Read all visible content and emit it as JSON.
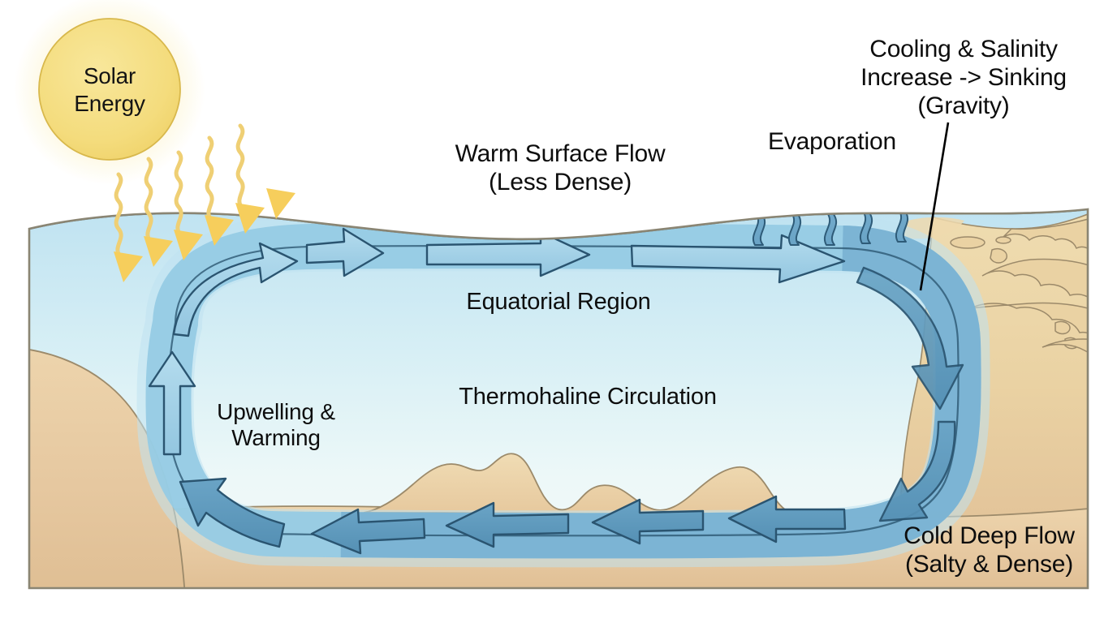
{
  "diagram": {
    "title": "Thermohaline Circulation",
    "background_color": "#ffffff"
  },
  "sun": {
    "label": "Solar\nEnergy",
    "fill_color": "#F5DF82",
    "stroke_color": "#D9B84A",
    "rays_color": "#F3CB63",
    "ray_count": 5,
    "ray_icon": "wavy-arrow-icon"
  },
  "labels": {
    "warm_surface_flow": "Warm Surface Flow\n(Less Dense)",
    "evaporation": "Evaporation",
    "cooling_salinity": "Cooling & Salinity\nIncrease -> Sinking\n(Gravity)",
    "equatorial_region": "Equatorial Region",
    "thermohaline_circulation": "Thermohaline Circulation",
    "upwelling_warming": "Upwelling &\nWarming",
    "cold_deep_flow": "Cold Deep Flow\n(Salty & Dense)"
  },
  "evaporation": {
    "arrow_count": 5,
    "arrow_icon": "wavy-up-arrow-icon",
    "fill_color": "#6FA9CC",
    "stroke_color": "#2E5B78"
  },
  "ocean": {
    "water_top_color": "#BFE2F0",
    "water_deep_color": "#EDF7F7",
    "seabed_color": "#E9CDA5",
    "seabed_deep_color": "#DCB98E",
    "land_color": "#EAD2A3",
    "frame_stroke": "#8A8573"
  },
  "circulation": {
    "band_color_light": "#A9D7EA",
    "band_color_dark": "#5C93B8",
    "arrow_stroke": "#2A5470",
    "surface_arrow_fill": "#A6D3E8",
    "deep_arrow_fill": "#5C93B8",
    "surface_arrow_count": 4,
    "deep_arrow_count": 5,
    "direction": "clockwise"
  },
  "annotations": {
    "leader_line": {
      "name": "sinking-leader-line",
      "color": "#000000"
    }
  }
}
